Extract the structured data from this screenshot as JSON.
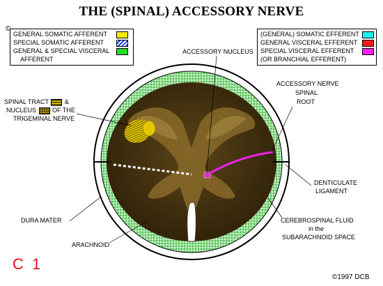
{
  "title": "THE (SPINAL) ACCESSORY NERVE",
  "corner_mark": "©",
  "legend_left": [
    {
      "label": "GENERAL SOMATIC AFFERENT",
      "color": "#f2ea00",
      "pattern": "solid"
    },
    {
      "label": "SPECIAL SOMATIC AFFERENT",
      "color": "#1a3cff",
      "pattern": "hatch"
    },
    {
      "label": "GENERAL & SPECIAL VISCERAL",
      "color": "#22dd22",
      "pattern": "solid"
    },
    {
      "label": "AFFERENT",
      "color": "",
      "pattern": "none"
    }
  ],
  "legend_right": [
    {
      "label": "(GENERAL) SOMATIC EFFERENT",
      "color": "#22eeee"
    },
    {
      "label": "GENERAL VISCERAL EFFERENT",
      "color": "#ff1a1a"
    },
    {
      "label": "SPECIAL VISCERAL EFFERENT",
      "color": "#ff22ff"
    },
    {
      "label": "(OR BRANCHIAL EFFERENT)",
      "color": ""
    }
  ],
  "labels": {
    "accessory_nucleus": "ACCESSORY NUCLEUS",
    "accessory_nerve_root_1": "ACCESSORY NERVE",
    "accessory_nerve_root_2": "SPINAL",
    "accessory_nerve_root_3": "ROOT",
    "spinal_tract_1a": "SPINAL TRACT",
    "spinal_tract_1b": "&",
    "spinal_tract_2a": "NUCLEUS",
    "spinal_tract_2b": "OF THE",
    "spinal_tract_3": "TRIGEMINAL NERVE",
    "denticulate_1": "DENTICULATE",
    "denticulate_2": "LIGAMENT",
    "dura_mater": "DURA MATER",
    "arachnoid": "ARACHNOID",
    "csf_1": "CEREBROSPINAL FLUID",
    "csf_2": "in the",
    "csf_3": "SUBARACHNOID SPACE"
  },
  "plate_label": "C 1",
  "copyright": "©1997  DCB",
  "colors": {
    "cord_tissue": "#3b2a10",
    "gray_matter": "#8a6a2a",
    "csf_green": "#7fd17f",
    "accessory_nerve": "#ee22ee",
    "trigeminal": "#e3c800"
  }
}
